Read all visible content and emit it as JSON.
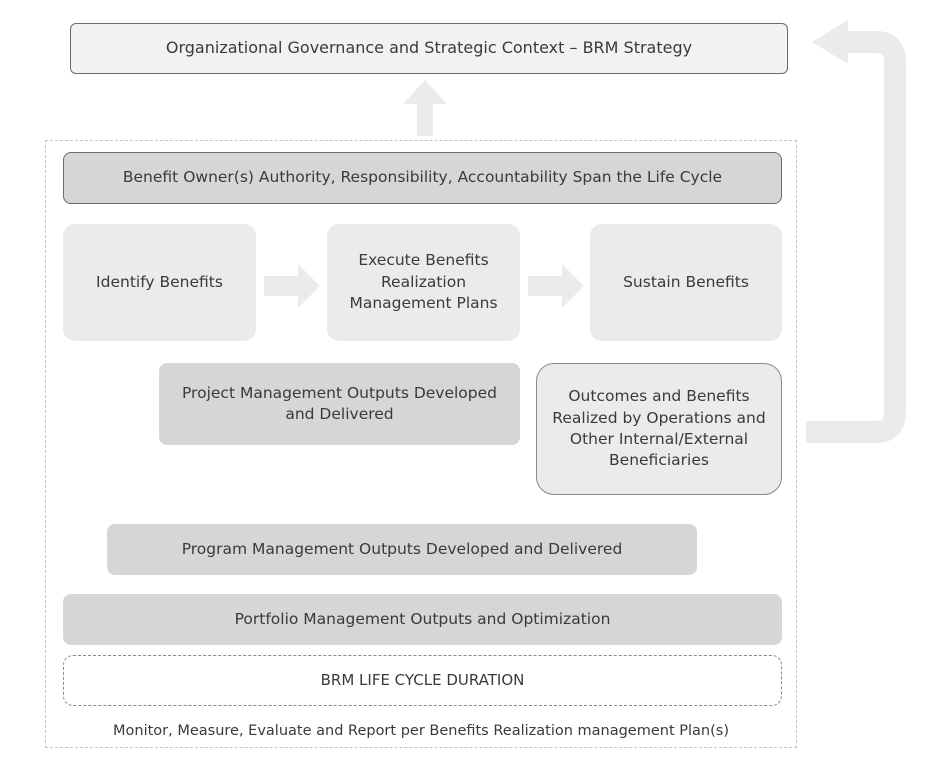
{
  "governance": {
    "label": "Organizational Governance and Strategic Context – BRM Strategy"
  },
  "owner": {
    "label": "Benefit Owner(s) Authority, Responsibility, Accountability Span the Life Cycle"
  },
  "steps": {
    "identify": "Identify Benefits",
    "execute": "Execute Benefits Realization Management Plans",
    "sustain": "Sustain Benefits"
  },
  "project_outputs": "Project Management Outputs Developed and Delivered",
  "outcomes": "Outcomes and Benefits Realized by Operations and Other Internal/External Beneficiaries",
  "program_outputs": "Program Management Outputs Developed and Delivered",
  "portfolio_outputs": "Portfolio Management Outputs and Optimization",
  "duration": "BRM LIFE CYCLE DURATION",
  "footer": "Monitor, Measure, Evaluate and Report per Benefits Realization management Plan(s)",
  "colors": {
    "arrow": "#ebebeb",
    "box_light": "#ebebeb",
    "box_mid": "#d6d6d6",
    "border": "#6b6b6b"
  }
}
